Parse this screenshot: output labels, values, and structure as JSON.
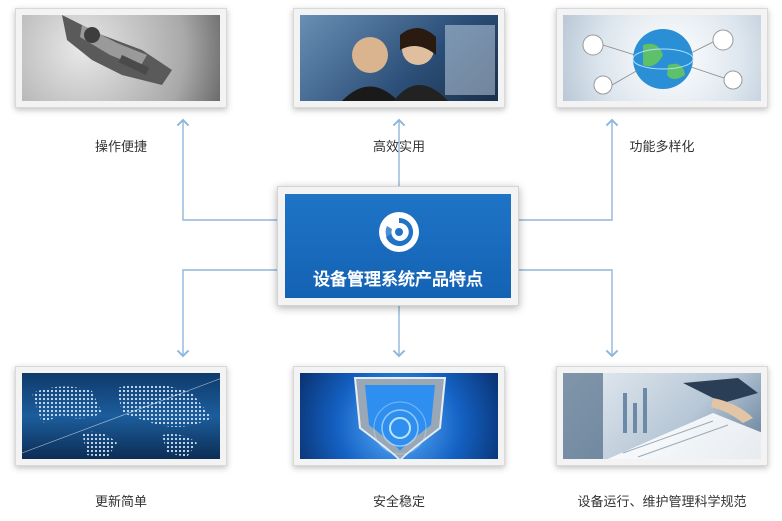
{
  "center": {
    "title": "设备管理系统产品特点",
    "logo_icon": "swirl-logo-icon"
  },
  "features": [
    {
      "label": "操作便捷",
      "icon": "robot-hand-image"
    },
    {
      "label": "高效实用",
      "icon": "business-people-image"
    },
    {
      "label": "功能多样化",
      "icon": "globe-network-image"
    },
    {
      "label": "更新简单",
      "icon": "world-map-image"
    },
    {
      "label": "安全稳定",
      "icon": "shield-image"
    },
    {
      "label": "设备运行、维护管理科学规范",
      "icon": "handshake-document-image"
    }
  ],
  "colors": {
    "accent": "#1a6bbd",
    "connector": "#8fb7dc"
  }
}
